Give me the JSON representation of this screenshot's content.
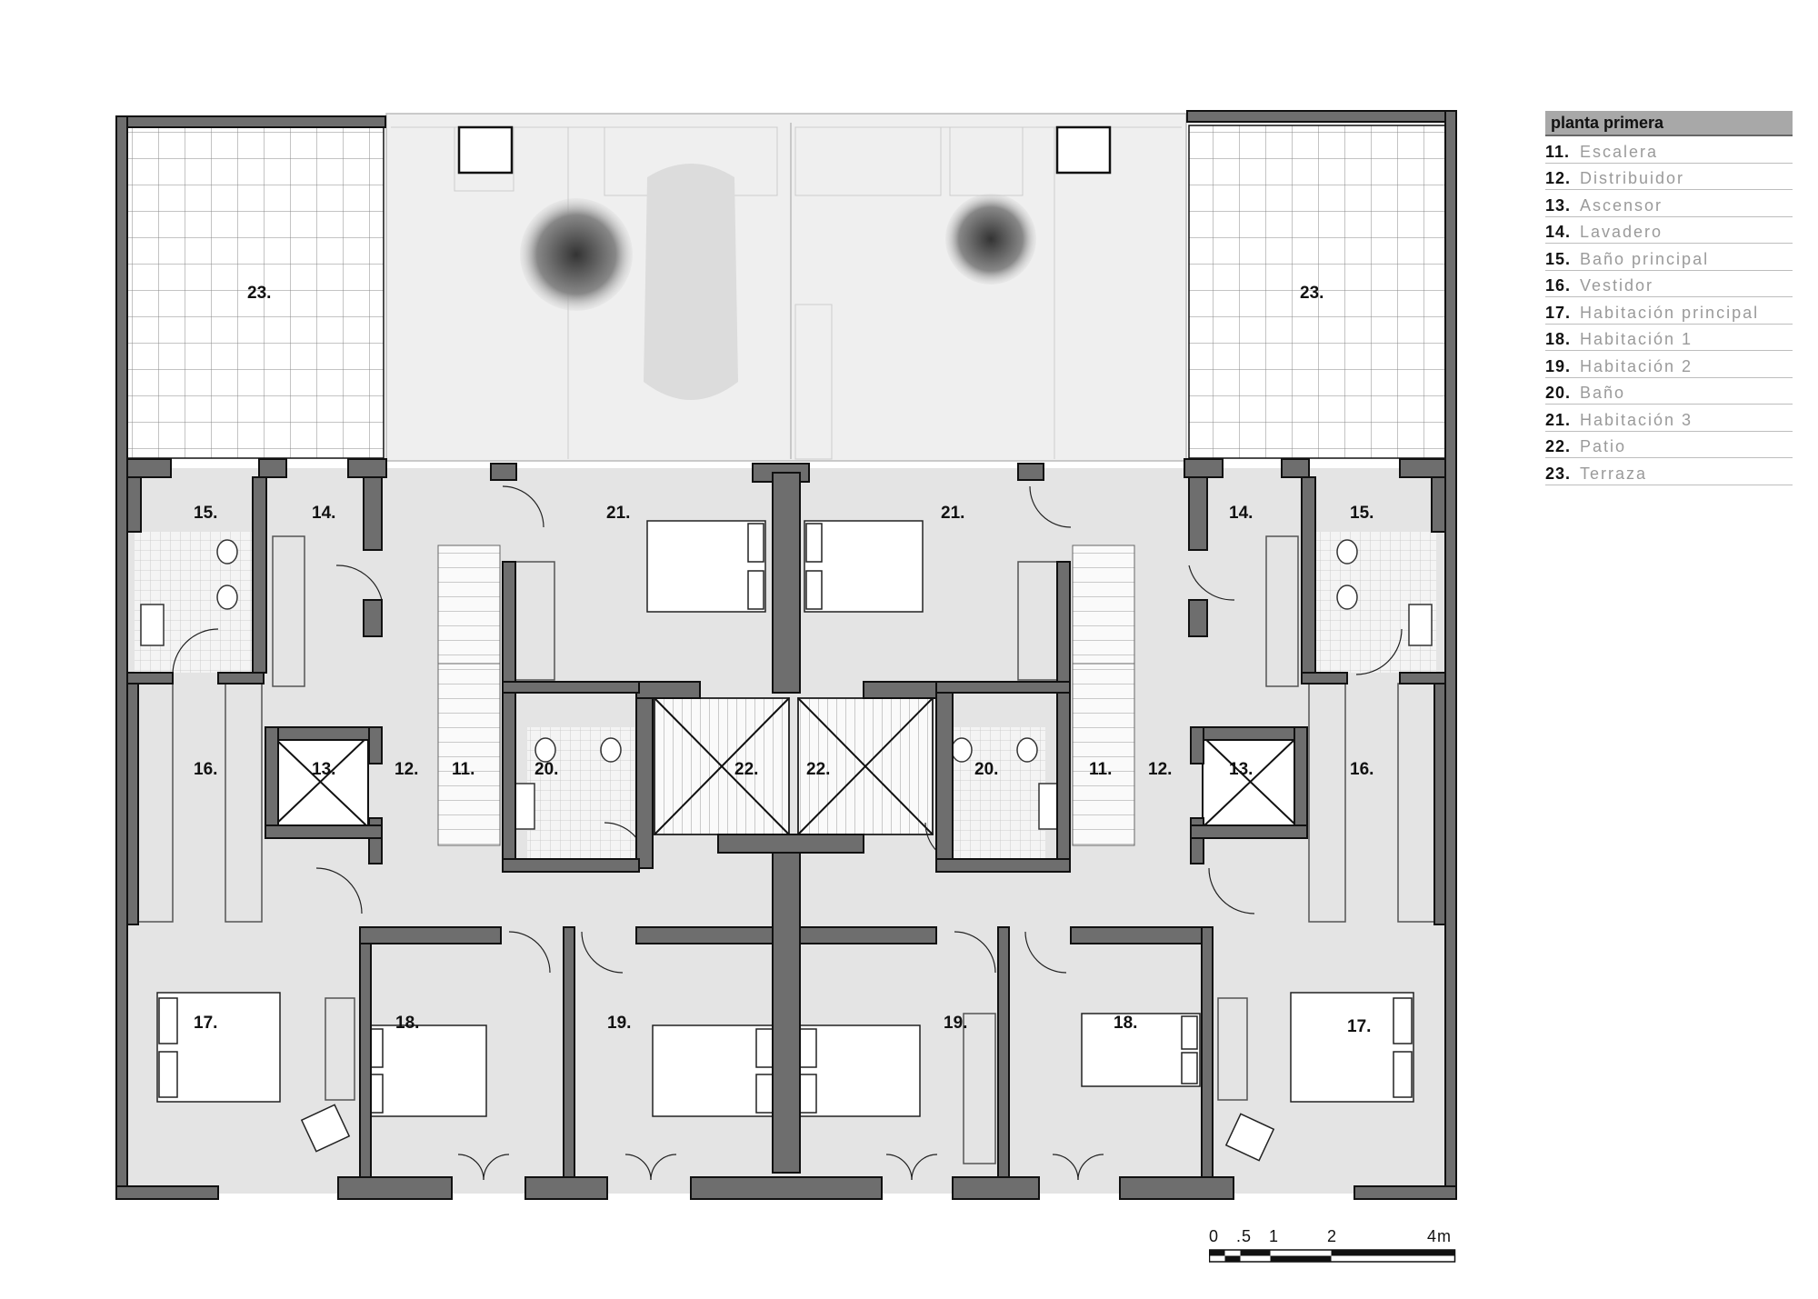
{
  "legend": {
    "title": "planta primera",
    "items": [
      {
        "num": "11.",
        "name": "Escalera"
      },
      {
        "num": "12.",
        "name": "Distribuidor"
      },
      {
        "num": "13.",
        "name": "Ascensor"
      },
      {
        "num": "14.",
        "name": "Lavadero"
      },
      {
        "num": "15.",
        "name": "Baño principal"
      },
      {
        "num": "16.",
        "name": "Vestidor"
      },
      {
        "num": "17.",
        "name": "Habitación principal"
      },
      {
        "num": "18.",
        "name": "Habitación 1"
      },
      {
        "num": "19.",
        "name": "Habitación 2"
      },
      {
        "num": "20.",
        "name": "Baño"
      },
      {
        "num": "21.",
        "name": "Habitación 3"
      },
      {
        "num": "22.",
        "name": "Patio"
      },
      {
        "num": "23.",
        "name": "Terraza"
      }
    ]
  },
  "rooms": {
    "terraza_l": "23.",
    "terraza_r": "23.",
    "bano_l": "15.",
    "bano_r": "15.",
    "lavadero_l": "14.",
    "lavadero_r": "14.",
    "hab3_l": "21.",
    "hab3_r": "21.",
    "vestidor_l": "16.",
    "vestidor_r": "16.",
    "ascensor_l": "13.",
    "ascensor_r": "13.",
    "distrib_l": "12.",
    "distrib_r": "12.",
    "escalera_l": "11.",
    "escalera_r": "11.",
    "bano2_l": "20.",
    "bano2_r": "20.",
    "patio_l": "22.",
    "patio_r": "22.",
    "hab_principal_l": "17.",
    "hab_principal_r": "17.",
    "hab1_l": "18.",
    "hab1_r": "18.",
    "hab2_l": "19.",
    "hab2_r": "19."
  },
  "scale_bar": {
    "labels": [
      "0",
      ".5",
      "1",
      "2",
      "4m"
    ]
  },
  "colors": {
    "wall": "#6e6e6e",
    "floor": "#e2e2e2",
    "patio": "#f0f0f0",
    "line": "#111111"
  }
}
